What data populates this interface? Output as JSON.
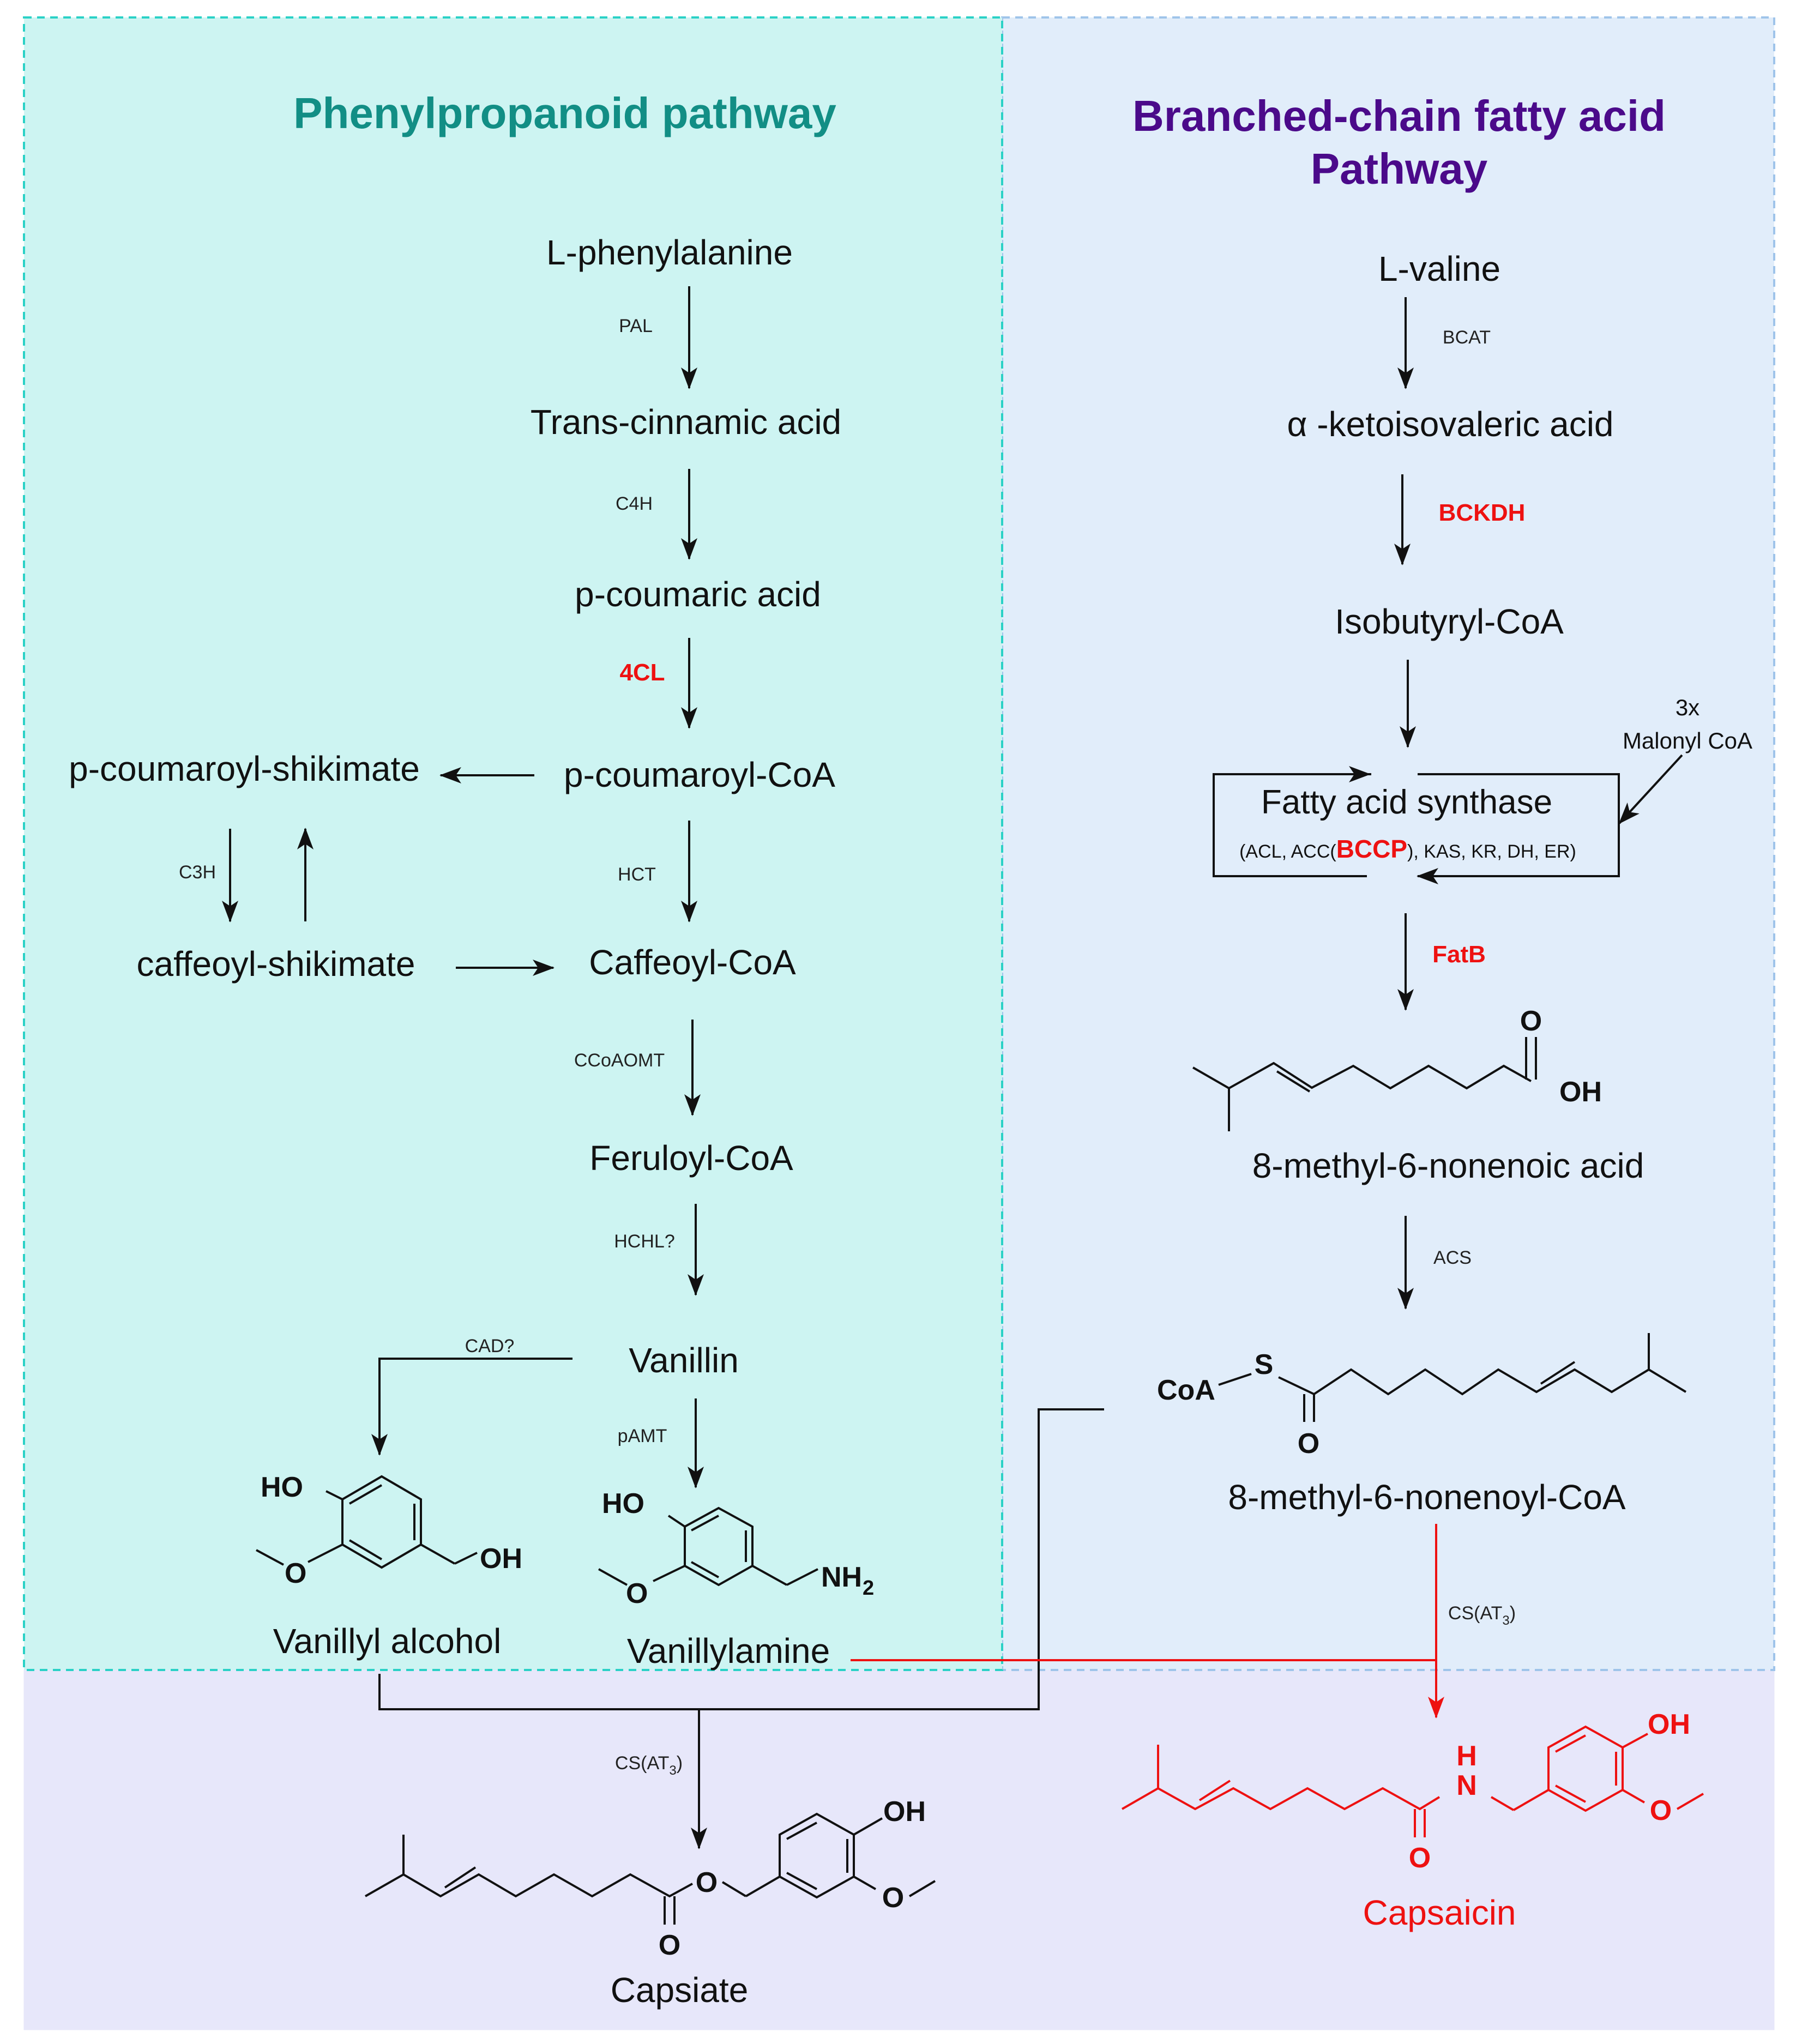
{
  "panels": {
    "left_title": "Phenylpropanoid pathway",
    "right_title_line1": "Branched-chain fatty acid",
    "right_title_line2": "Pathway"
  },
  "colors": {
    "left_panel_bg": "#cdf4f2",
    "right_panel_bg": "#e1edfa",
    "bottom_panel_bg": "#e7e7fa",
    "left_title": "#128e85",
    "right_title": "#4b0a8a",
    "highlight_red": "#ee1111"
  },
  "compounds": {
    "l_phenylalanine": "L-phenylalanine",
    "trans_cinnamic": "Trans-cinnamic acid",
    "p_coumaric": "p-coumaric acid",
    "p_coumaroyl_coa": "p-coumaroyl-CoA",
    "p_coumaroyl_shikimate": "p-coumaroyl-shikimate",
    "caffeoyl_shikimate": "caffeoyl-shikimate",
    "caffeoyl_coa": "Caffeoyl-CoA",
    "feruloyl_coa": "Feruloyl-CoA",
    "vanillin": "Vanillin",
    "vanillyl_alcohol": "Vanillyl alcohol",
    "vanillylamine": "Vanillylamine",
    "l_valine": "L-valine",
    "a_ketoisovaleric": "α -ketoisovaleric acid",
    "isobutyryl_coa": "Isobutyryl-CoA",
    "fatty_acid_synthase": "Fatty acid synthase",
    "fas_sub_a": "(ACL, ACC(",
    "fas_sub_b": "BCCP",
    "fas_sub_c": "), KAS, KR, DH, ER)",
    "malonyl_a": "3x",
    "malonyl_b": "Malonyl CoA",
    "methyl_nonenoic_acid": "8-methyl-6-nonenoic acid",
    "methyl_nonenoyl_coa": "8-methyl-6-nonenoyl-CoA",
    "capsiate": "Capsiate",
    "capsaicin": "Capsaicin"
  },
  "enzymes": {
    "pal": "PAL",
    "c4h": "C4H",
    "fourcl": "4CL",
    "hct": "HCT",
    "c3h": "C3H",
    "ccoaomt": "CCoAOMT",
    "hchl": "HCHL?",
    "cad": "CAD?",
    "pamt": "pAMT",
    "bcat": "BCAT",
    "bckdh": "BCKDH",
    "fatb": "FatB",
    "acs": "ACS",
    "cs_at3_base": "CS(AT",
    "cs_at3_sub": "3",
    "cs_at3_close": ")"
  },
  "atoms": {
    "o": "O",
    "oh": "OH",
    "ho": "HO",
    "nh2_base": "NH",
    "nh2_sub": "2",
    "s": "S",
    "coa": "CoA",
    "h": "H",
    "n": "N"
  }
}
